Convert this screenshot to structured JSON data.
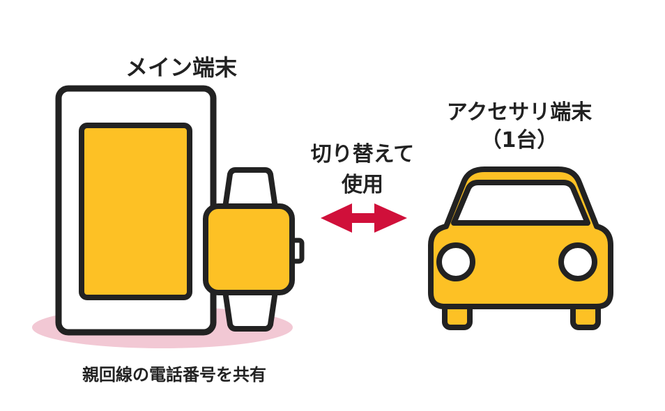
{
  "labels": {
    "main_device": "メイン端末",
    "accessory_device": "アクセサリ端末",
    "accessory_count": "（1台）",
    "switch_line1": "切り替えて",
    "switch_line2": "使用",
    "share_number": "親回線の電話番号を共有"
  },
  "colors": {
    "accent_yellow": "#FDC125",
    "outline": "#222222",
    "arrow_red": "#D0103A",
    "shadow_pink": "#F2C8D4"
  }
}
